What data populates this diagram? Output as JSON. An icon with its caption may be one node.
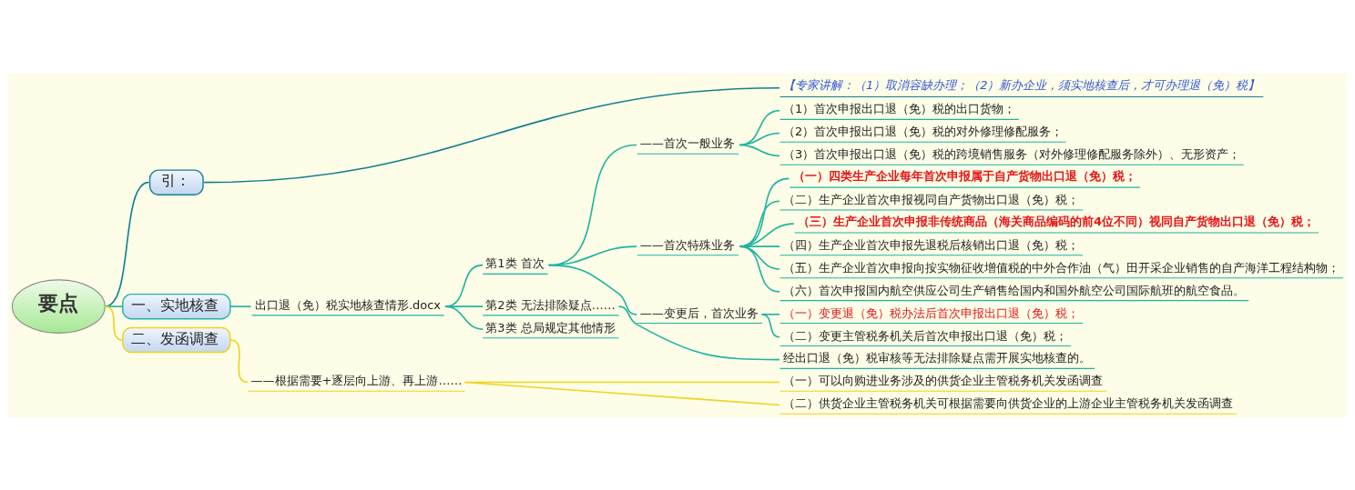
{
  "diagram": {
    "nodes": [
      {
        "text": [
          "要点"
        ]
      },
      {
        "text": [
          "引："
        ]
      },
      {
        "text": [
          "【专家讲解：（1）取消容缺办理；（2）新办企业，须实地核查后，才可办理退（免）税】"
        ]
      },
      {
        "text": [
          "一、实地核查"
        ]
      },
      {
        "text": [
          "出口退（免）税实地核查情形.docx"
        ]
      },
      {
        "text": [
          "第1类 首次"
        ]
      },
      {
        "text": [
          "——首次一般业务"
        ]
      },
      {
        "text": [
          "（1）首次申报出口退（免）税的出口货物；"
        ]
      },
      {
        "text": [
          "（2）首次申报出口退（免）税的对外修理修配服务；"
        ]
      },
      {
        "text": [
          "（3）首次申报出口退（免）税的跨境销售服务（对外修理修配服务除外）、无形资产；"
        ]
      },
      {
        "text": [
          "——首次特殊业务"
        ]
      },
      {
        "text": [
          "（一）四类生产企业每年首次申报属于自产货物出口退（免）税；"
        ]
      },
      {
        "text": [
          "（二）生产企业首次申报视同自产货物出口退（免）税；"
        ]
      },
      {
        "text": [
          "（三）生产企业首次申报非传统商品（海关商品编码的前4位不同）视同自产货物出口退（免）税；"
        ]
      },
      {
        "text": [
          "（四）生产企业首次申报先退税后核销出口退（免）税；"
        ]
      },
      {
        "text": [
          "（五）生产企业首次申报向按实物征收增值税的中外合作油（气）田开采企业销售的自产海洋工程结构物；"
        ]
      },
      {
        "text": [
          "（六）首次申报国内航空供应公司生产销售给国内和国外航空公司国际航班的航空食品。"
        ]
      },
      {
        "text": [
          "——变更后，首次业务"
        ]
      },
      {
        "text": [
          "（一）变更退（免）税办法后首次申报出口退（免）税；"
        ]
      },
      {
        "text": [
          "（二）变更主管税务机关后首次申报出口退（免）税；"
        ]
      },
      {
        "text": [
          "第2类 无法排除疑点……"
        ]
      },
      {
        "text": [
          "经出口退（免）税审核等无法排除疑点需开展实地核查的。"
        ]
      },
      {
        "text": [
          "第3类 总局规定其他情形"
        ]
      },
      {
        "text": [
          "二、发函调查"
        ]
      },
      {
        "text": [
          "——根据需要+逐层向上游、再上游……"
        ]
      },
      {
        "text": [
          "（一）可以向购进业务涉及的供货企业主管税务机关发函调查"
        ]
      },
      {
        "text": [
          "（二）供货企业主管税务机关可根据需要向供货企业的上游企业主管税务机关发函调查"
        ]
      }
    ],
    "edges": [
      {
        "from": 0,
        "to": 1,
        "arrow": "none",
        "color": "#12808f"
      },
      {
        "from": 1,
        "to": 2,
        "arrow": "none",
        "color": "#12808f"
      },
      {
        "from": 0,
        "to": 3,
        "arrow": "none"
      },
      {
        "from": 3,
        "to": 4,
        "arrow": "none"
      },
      {
        "from": 4,
        "to": 5,
        "arrow": "none"
      },
      {
        "from": 5,
        "to": 6,
        "arrow": "none"
      },
      {
        "from": 6,
        "to": 7,
        "arrow": "none"
      },
      {
        "from": 6,
        "to": 8,
        "arrow": "none"
      },
      {
        "from": 6,
        "to": 9,
        "arrow": "none"
      },
      {
        "from": 5,
        "to": 10,
        "arrow": "none"
      },
      {
        "from": 10,
        "to": 11,
        "arrow": "none"
      },
      {
        "from": 10,
        "to": 12,
        "arrow": "none"
      },
      {
        "from": 10,
        "to": 13,
        "arrow": "none"
      },
      {
        "from": 10,
        "to": 14,
        "arrow": "none"
      },
      {
        "from": 10,
        "to": 15,
        "arrow": "none"
      },
      {
        "from": 10,
        "to": 16,
        "arrow": "none"
      },
      {
        "from": 5,
        "to": 17,
        "arrow": "none"
      },
      {
        "from": 17,
        "to": 18,
        "arrow": "none"
      },
      {
        "from": 17,
        "to": 19,
        "arrow": "none"
      },
      {
        "from": 4,
        "to": 20,
        "arrow": "none"
      },
      {
        "from": 20,
        "to": 21,
        "arrow": "none"
      },
      {
        "from": 4,
        "to": 22,
        "arrow": "none"
      },
      {
        "from": 0,
        "to": 23,
        "arrow": "none",
        "color": "#f2d21a"
      },
      {
        "from": 23,
        "to": 24,
        "arrow": "none",
        "color": "#f2d21a"
      },
      {
        "from": 24,
        "to": 25,
        "arrow": "none",
        "color": "#f2d21a"
      },
      {
        "from": 24,
        "to": 26,
        "arrow": "none",
        "color": "#f2d21a"
      }
    ]
  }
}
